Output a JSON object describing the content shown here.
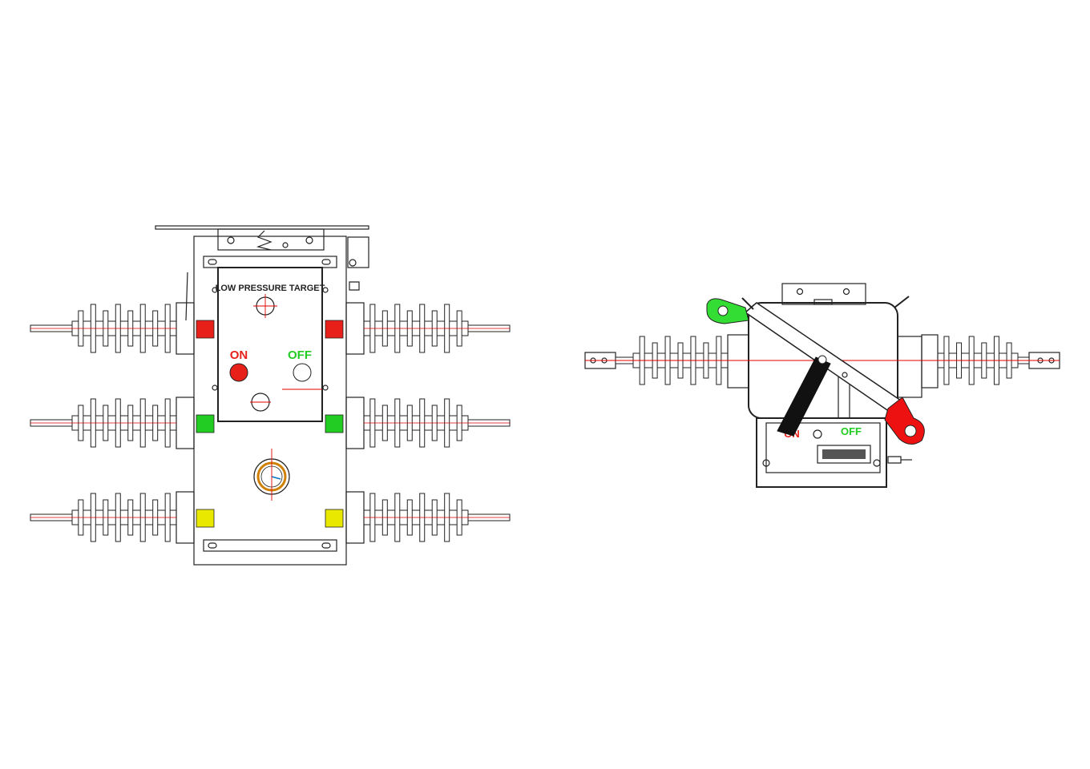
{
  "front_view": {
    "target_label": "LOW PRESSURE TARGET",
    "on_label": "ON",
    "off_label": "OFF"
  },
  "side_view": {
    "on_label": "ON",
    "off_label": "OFF"
  },
  "colors": {
    "ink": "#222222",
    "centerline": "#e00000",
    "on_red": "#e8201a",
    "off_green": "#22cc22",
    "target_yellow": "#e8e800",
    "handle_green": "#33dd33",
    "handle_red": "#ee1111",
    "lever_black": "#111111"
  }
}
